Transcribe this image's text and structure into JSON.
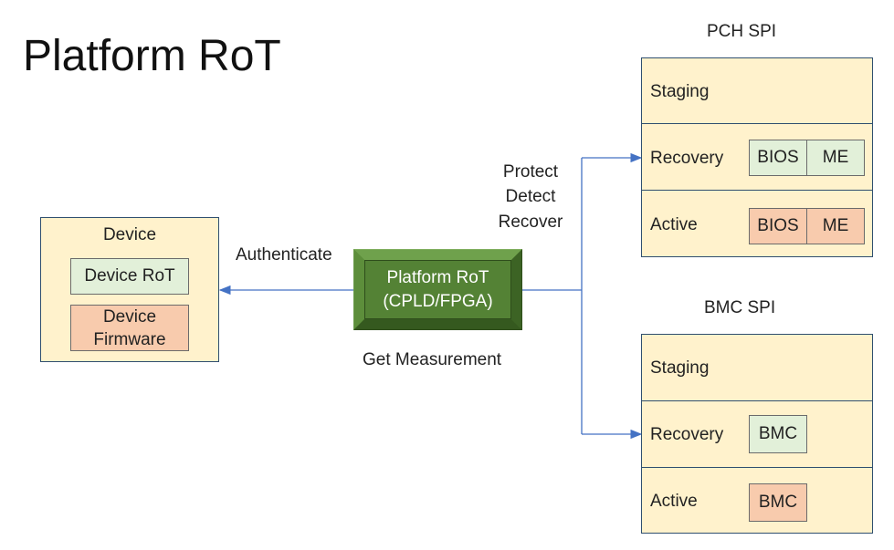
{
  "title": "Platform RoT",
  "device": {
    "heading": "Device",
    "rot": "Device RoT",
    "firmware_line1": "Device",
    "firmware_line2": "Firmware"
  },
  "platform_rot": {
    "line1": "Platform RoT",
    "line2": "(CPLD/FPGA)"
  },
  "labels": {
    "authenticate": "Authenticate",
    "get_measurement": "Get Measurement",
    "protect": "Protect",
    "detect": "Detect",
    "recover": "Recover"
  },
  "pch_spi": {
    "heading": "PCH SPI",
    "staging": "Staging",
    "recovery": "Recovery",
    "active": "Active",
    "bios": "BIOS",
    "me": "ME"
  },
  "bmc_spi": {
    "heading": "BMC SPI",
    "staging": "Staging",
    "recovery": "Recovery",
    "active": "Active",
    "bmc": "BMC"
  },
  "colors": {
    "cream": "#fff2cc",
    "green_fill": "#e2f0d9",
    "salmon_fill": "#f8cbad",
    "platform_green": "#548235",
    "connector_blue": "#4472c4"
  }
}
